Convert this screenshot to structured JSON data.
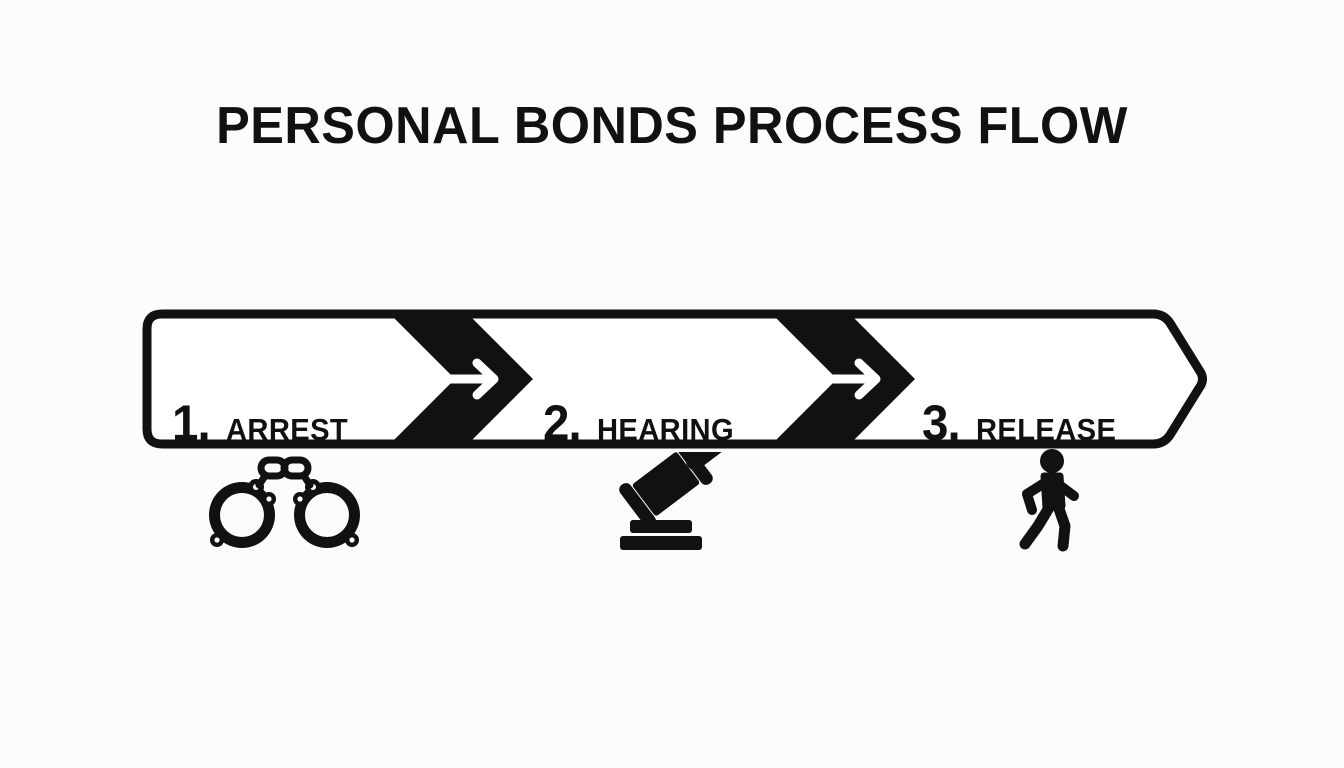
{
  "page": {
    "title": "PERSONAL BONDS PROCESS FLOW",
    "background_color": "#fcfcfd",
    "ink_color": "#111111"
  },
  "flow": {
    "orientation": "horizontal",
    "separator_arrow_icon": "right-arrow-icon",
    "steps": [
      {
        "number": "1.",
        "name": "ARREST",
        "icon": "handcuffs-icon"
      },
      {
        "number": "2.",
        "name": "HEARING",
        "icon": "gavel-icon"
      },
      {
        "number": "3.",
        "name": "RELEASE",
        "icon": "walking-person-icon"
      }
    ]
  }
}
